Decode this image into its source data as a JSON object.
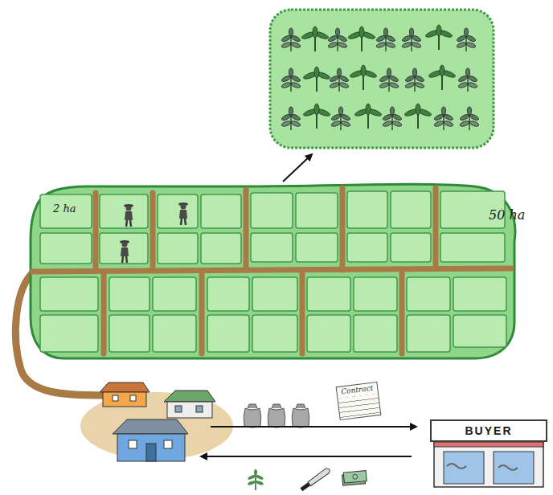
{
  "diagram": {
    "nodes": [
      {
        "text": [
          "Contract"
        ]
      },
      {
        "text": [
          "BUYER"
        ]
      }
    ],
    "labels": [
      "2 ha",
      "50 ha"
    ]
  }
}
